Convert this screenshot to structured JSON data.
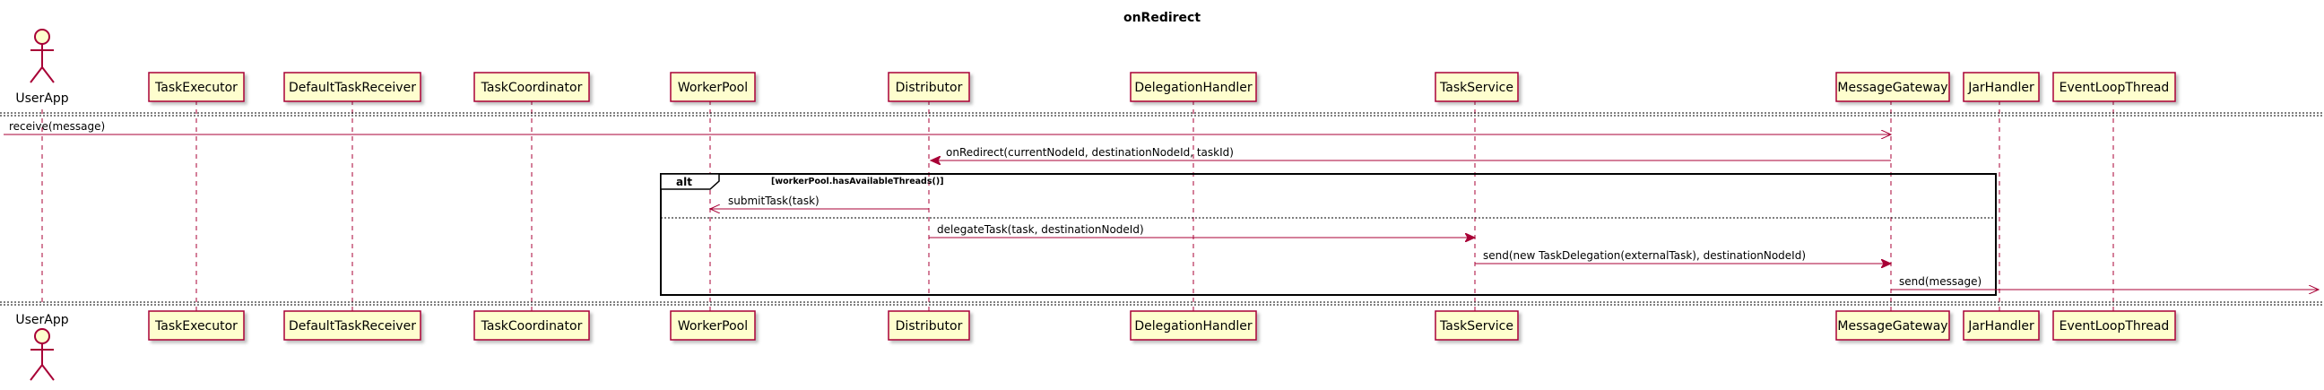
{
  "title": "onRedirect",
  "actor": "UserApp",
  "participants": [
    "TaskExecutor",
    "DefaultTaskReceiver",
    "TaskCoordinator",
    "WorkerPool",
    "Distributor",
    "DelegationHandler",
    "TaskService",
    "MessageGateway",
    "JarHandler",
    "EventLoopThread"
  ],
  "messages": [
    "receive(message)",
    "onRedirect(currentNodeId, destinationNodeId, taskId)",
    "submitTask(task)",
    "delegateTask(task, destinationNodeId)",
    "send(new TaskDelegation(externalTask), destinationNodeId)",
    "send(message)"
  ],
  "alt": {
    "keyword": "alt",
    "guard": "[workerPool.hasAvailableThreads()]"
  },
  "colors": {
    "participant_fill": "#FEFECE",
    "participant_border": "#A80036",
    "arrow": "#A80036",
    "lifeline": "#A80036"
  }
}
